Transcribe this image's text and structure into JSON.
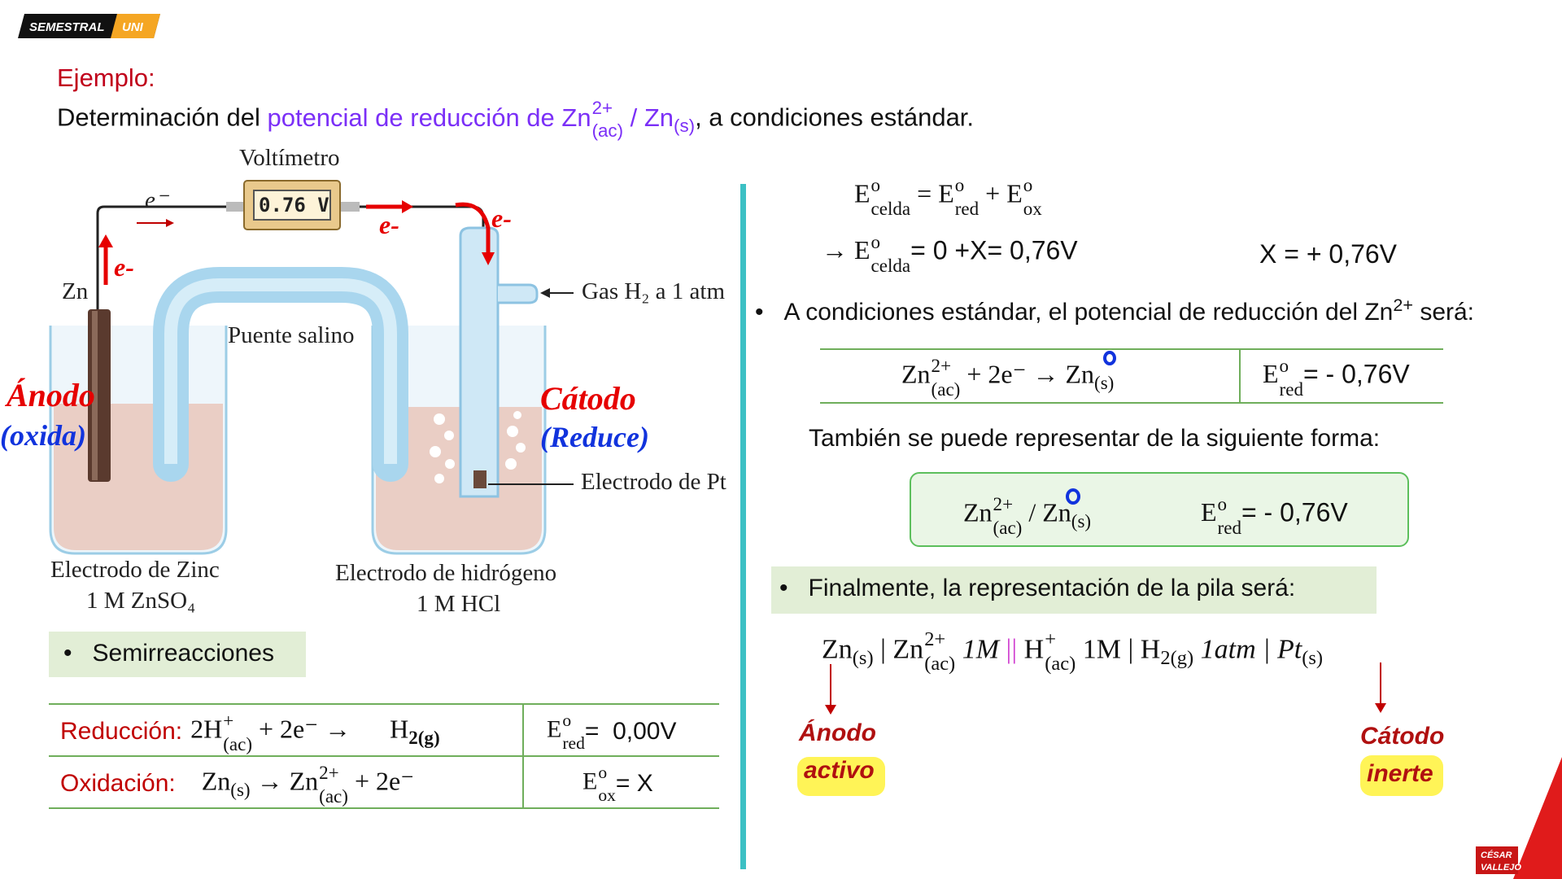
{
  "logo": {
    "left": "SEMESTRAL",
    "right": "UNI"
  },
  "heading": {
    "label": "Ejemplo:",
    "prefix": "Determinación del ",
    "highlight": "potencial de reducción de ",
    "ion": "Zn",
    "ion_sup": "2+",
    "ion_sub": "(ac)",
    "slash": " / ",
    "metal": "Zn",
    "metal_sub": "(s)",
    "suffix": ", a condiciones estándar."
  },
  "diagram": {
    "voltmeter_label": "Voltímetro",
    "voltmeter_reading": "0.76 V",
    "electron_left": "e⁻",
    "electron_hand_1": "e-",
    "electron_hand_2": "e-",
    "electron_hand_3": "e-",
    "zn_label": "Zn",
    "gas_label": "Gas H₂ a 1 atm",
    "salt_bridge": "Puente salino",
    "anode_hand": "Ánodo",
    "anode_action": "(oxida)",
    "cathode_hand": "Cátodo",
    "cathode_action": "(Reduce)",
    "pt_electrode": "Electrodo de Pt",
    "zinc_electrode": "Electrodo de Zinc",
    "zinc_solution": "1 M ZnSO₄",
    "hydrogen_electrode": "Electrodo de hidrógeno",
    "hydrogen_solution": "1 M HCl"
  },
  "semirreacciones": {
    "bullet": "•",
    "title": "Semirreacciones",
    "rows": [
      {
        "label": "Reducción:",
        "eq_a": "2H",
        "eq_a_sup": "+",
        "eq_a_sub": "(ac)",
        "eq_b": " + 2e⁻ →      H",
        "eq_b_sub": "2(g)",
        "e_label": "E",
        "e_sup": "o",
        "e_sub": "red",
        "e_val": "=  0,00V"
      },
      {
        "label": "Oxidación:",
        "eq_a": "Zn",
        "eq_a_sub": "(s)",
        "eq_b": " → Zn",
        "eq_b_sup": "2+",
        "eq_b_sub": "(ac)",
        "eq_c": " + 2e⁻",
        "e_label": "E",
        "e_sup": "o",
        "e_sub": "ox",
        "e_val": "= X"
      }
    ]
  },
  "right": {
    "eq1_lhs": "E",
    "eq1_lhs_sup": "o",
    "eq1_lhs_sub": "celda",
    "eq1_rhs_a": " = E",
    "eq1_rhs_a_sup": "o",
    "eq1_rhs_a_sub": "red",
    "eq1_rhs_b": " + E",
    "eq1_rhs_b_sup": "o",
    "eq1_rhs_b_sub": "ox",
    "eq2_arrow": "→ E",
    "eq2_sup": "o",
    "eq2_sub": "celda",
    "eq2_rest": "= 0 +X= 0,76V",
    "x_value": "X = + 0,76V",
    "bullet": "•",
    "statement": "A condiciones estándar, el potencial de reducción del Zn",
    "statement_sup": "2+",
    "statement_end": " será:",
    "table_eq_a": "Zn",
    "table_eq_a_sup": "2+",
    "table_eq_a_sub": "(ac)",
    "table_eq_b": " + 2e⁻ → Zn",
    "table_eq_b_sub": "(s)",
    "table_e": "E",
    "table_e_sup": "o",
    "table_e_sub": "red",
    "table_e_val": "= - 0,76V",
    "also": "También se puede representar de la siguiente forma:",
    "rep_a": "Zn",
    "rep_a_sup": "2+",
    "rep_a_sub": "(ac)",
    "rep_b": " / Zn",
    "rep_b_sub": "(s)",
    "rep_e": "E",
    "rep_e_sup": "o",
    "rep_e_sub": "red",
    "rep_e_val": "= - 0,76V",
    "finally": "Finalmente, la representación de la pila será:",
    "cell_1": "Zn",
    "cell_1_sub": "(s)",
    "cell_2": " | Zn",
    "cell_2_sup": "2+",
    "cell_2_sub": "(ac)",
    "cell_3": " 1M ",
    "cell_4": "||",
    "cell_5": " H",
    "cell_5_sup": "+",
    "cell_5_sub": "(ac)",
    "cell_6": " 1M | H",
    "cell_6_sub": "2(g)",
    "cell_7": " 1atm | Pt",
    "cell_7_sub": "(s)",
    "anode": "Ánodo",
    "anode_type": "activo",
    "cathode": "Cátodo",
    "cathode_type": "inerte"
  },
  "footer_logo": {
    "line1": "CÉSAR",
    "line2": "VALLEJO"
  },
  "colors": {
    "accent_teal": "#3cc0c4",
    "table_green": "#6fae5b",
    "highlight_purple": "#7b2ff7",
    "label_red": "#c00000"
  }
}
